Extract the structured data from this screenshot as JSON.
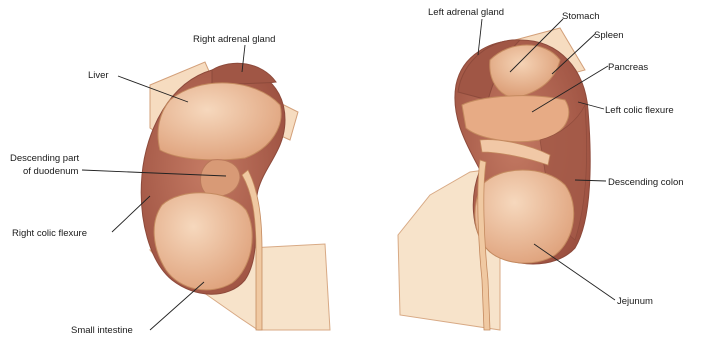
{
  "labels": {
    "right_adrenal_gland": "Right adrenal gland",
    "liver": "Liver",
    "descending_duodenum_line1": "Descending part",
    "descending_duodenum_line2": "of duodenum",
    "right_colic_flexure": "Right colic flexure",
    "small_intestine": "Small intestine",
    "left_adrenal_gland": "Left adrenal gland",
    "stomach": "Stomach",
    "spleen": "Spleen",
    "pancreas": "Pancreas",
    "left_colic_flexure": "Left colic flexure",
    "descending_colon": "Descending colon",
    "jejunum": "Jejunum"
  },
  "colors": {
    "kidney_fill": "#b56a55",
    "kidney_dark": "#9a5140",
    "organ_light": "#f1c8a6",
    "organ_mid": "#e9b48f",
    "ureter": "#f0c9a2",
    "peritoneum": "#f7e2c8",
    "outline": "#c48a5f"
  }
}
